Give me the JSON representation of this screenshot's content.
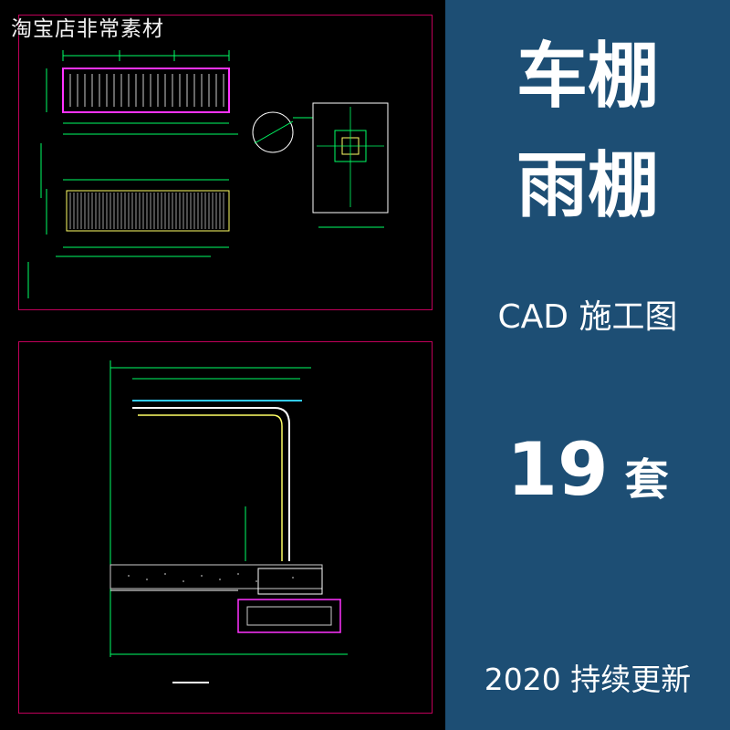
{
  "watermark": "淘宝店非常素材",
  "title_line1": "车棚",
  "title_line2": "雨棚",
  "subtitle": "CAD 施工图",
  "count_number": "19",
  "count_unit": "套",
  "footer": "2020 持续更新",
  "colors": {
    "right_panel_bg": "#1d4e74",
    "cad_frame": "#c0005a",
    "dimension": "#00ff66",
    "roof_outline": "#ff33ff",
    "structure": "#ffff66",
    "hatch": "#cccccc"
  }
}
